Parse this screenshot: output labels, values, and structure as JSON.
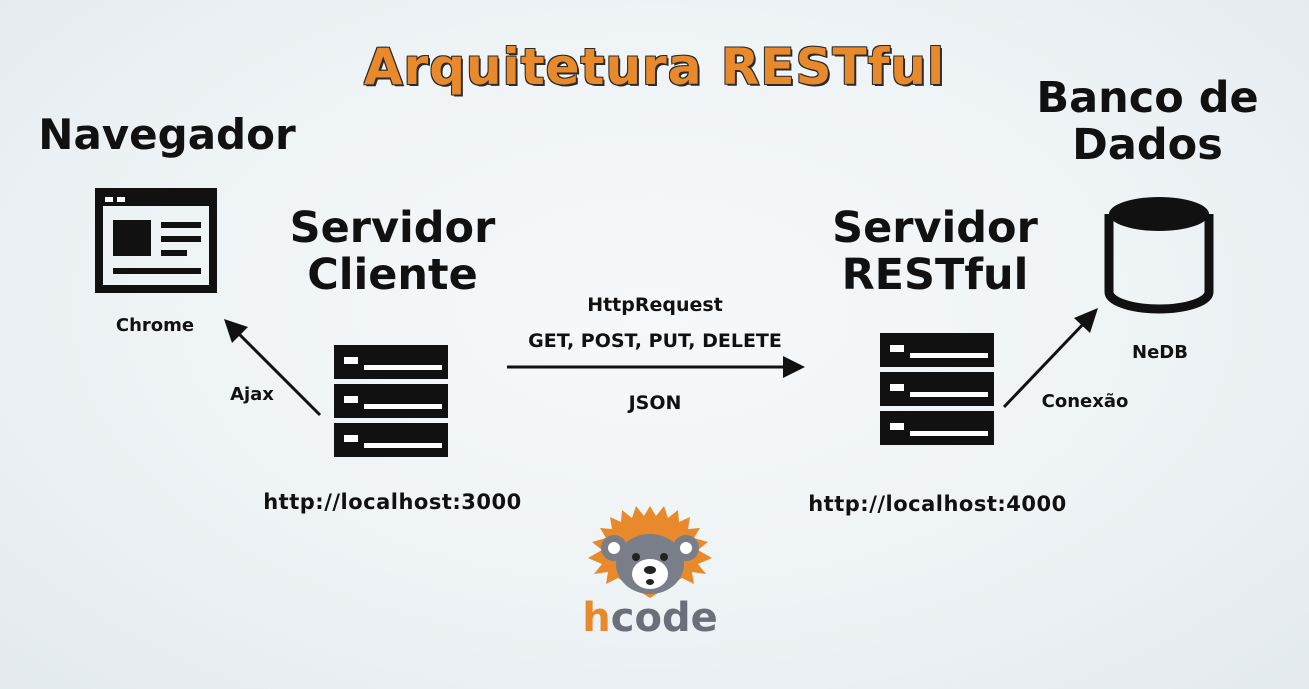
{
  "title": "Arquitetura RESTful",
  "navegador": {
    "heading": "Navegador",
    "label": "Chrome"
  },
  "cliente": {
    "heading_line1": "Servidor",
    "heading_line2": "Cliente",
    "url": "http://localhost:3000"
  },
  "restful": {
    "heading_line1": "Servidor",
    "heading_line2": "RESTful",
    "url": "http://localhost:4000"
  },
  "banco": {
    "heading_line1": "Banco de",
    "heading_line2": "Dados",
    "label": "NeDB"
  },
  "edges": {
    "ajax": "Ajax",
    "request": "HttpRequest",
    "methods": "GET, POST, PUT, DELETE",
    "json": "JSON",
    "conexao": "Conexão"
  },
  "logo": {
    "text_h": "h",
    "text_code": "code"
  },
  "colors": {
    "title": "#e8892c",
    "logo_orange": "#e8892c",
    "logo_gray": "#6b6f7a",
    "icon": "#111111"
  },
  "icons": [
    "browser-window-icon",
    "server-rack-icon",
    "database-cylinder-icon",
    "hedgehog-logo-icon"
  ]
}
